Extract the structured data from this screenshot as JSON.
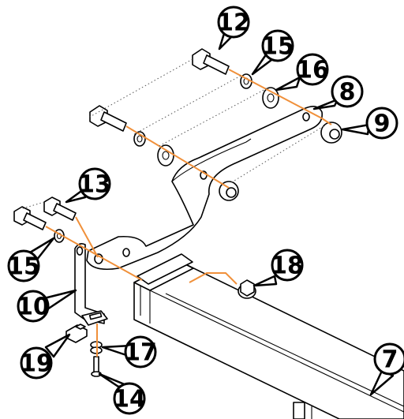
{
  "callouts": {
    "c12": "12",
    "c15_top": "15",
    "c16": "16",
    "c8": "8",
    "c9": "9",
    "c13": "13",
    "c15_left": "15",
    "c10": "10",
    "c18": "18",
    "c19": "19",
    "c17": "17",
    "c14": "14",
    "c7": "7"
  },
  "colors": {
    "axis_line": "#f0903a",
    "outline": "#000000",
    "background": "#ffffff"
  }
}
